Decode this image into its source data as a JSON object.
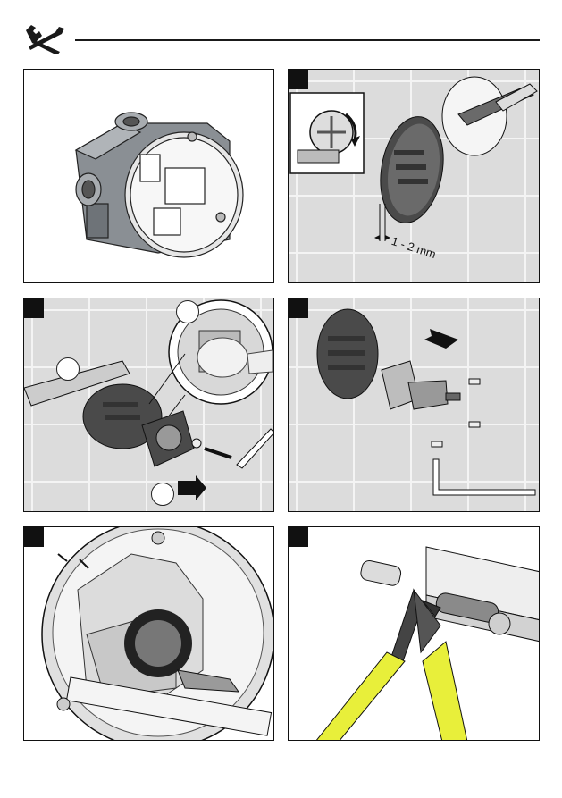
{
  "header": {
    "icon": "wrench-screwdriver-icon"
  },
  "panels": [
    {
      "id": "overview",
      "step_badge": false
    },
    {
      "id": "step-1",
      "step_badge": true,
      "gap_label": "1 - 2 mm"
    },
    {
      "id": "step-2",
      "step_badge": true
    },
    {
      "id": "step-3",
      "step_badge": true
    },
    {
      "id": "step-4",
      "step_badge": true
    },
    {
      "id": "step-5",
      "step_badge": true
    }
  ],
  "colors": {
    "tile": "#dcdcdc",
    "grout": "#f4f4f4",
    "plaster_disc": "#4a4a4a",
    "plier_yellow": "#e8ef3a",
    "outline": "#111111"
  }
}
